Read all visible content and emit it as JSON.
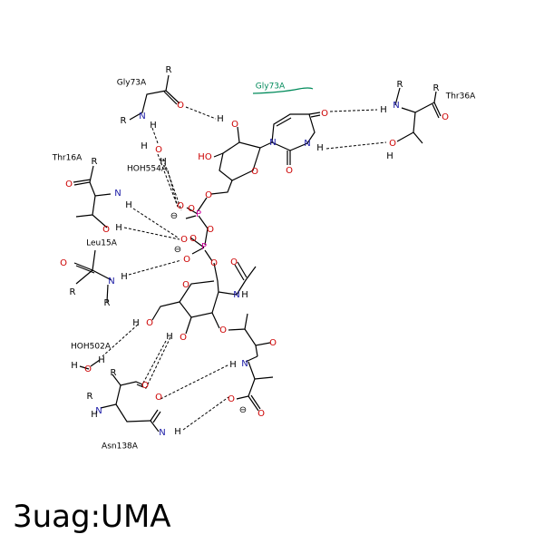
{
  "title": "3uag:UMA",
  "colors": {
    "O": "#cc0000",
    "N": "#1a1aa6",
    "P": "#cc0099",
    "C": "#000000",
    "H": "#000000",
    "hydrophobic": "#008a5a"
  },
  "residues": [
    {
      "id": "gly73a_1",
      "label": "Gly73A"
    },
    {
      "id": "gly73a_2",
      "label": "Gly73A"
    },
    {
      "id": "thr36a",
      "label": "Thr36A"
    },
    {
      "id": "thr16a",
      "label": "Thr16A"
    },
    {
      "id": "hoh554a",
      "label": "HOH554A"
    },
    {
      "id": "leu15a",
      "label": "Leu15A"
    },
    {
      "id": "hoh502a",
      "label": "HOH502A"
    },
    {
      "id": "asn138a",
      "label": "Asn138A"
    }
  ],
  "atoms": [
    {
      "l": "R",
      "e": "C"
    },
    {
      "l": "R",
      "e": "C"
    },
    {
      "l": "O",
      "e": "O"
    },
    {
      "l": "N",
      "e": "N"
    },
    {
      "l": "H",
      "e": "H"
    },
    {
      "l": "H",
      "e": "H"
    },
    {
      "l": "O",
      "e": "O"
    },
    {
      "l": "H",
      "e": "H"
    },
    {
      "l": "R",
      "e": "C"
    },
    {
      "l": "O",
      "e": "O"
    },
    {
      "l": "N",
      "e": "N"
    },
    {
      "l": "H",
      "e": "H"
    },
    {
      "l": "O",
      "e": "O"
    },
    {
      "l": "H",
      "e": "H"
    },
    {
      "l": "O",
      "e": "O"
    },
    {
      "l": "N",
      "e": "N"
    },
    {
      "l": "R",
      "e": "C"
    },
    {
      "l": "H",
      "e": "H"
    },
    {
      "l": "R",
      "e": "C"
    },
    {
      "l": "H",
      "e": "H"
    },
    {
      "l": "O",
      "e": "O"
    },
    {
      "l": "H",
      "e": "H"
    },
    {
      "l": "R",
      "e": "C"
    },
    {
      "l": "N",
      "e": "N"
    },
    {
      "l": "H",
      "e": "H"
    },
    {
      "l": "R",
      "e": "C"
    },
    {
      "l": "O",
      "e": "O"
    },
    {
      "l": "O",
      "e": "O"
    },
    {
      "l": "H",
      "e": "H"
    },
    {
      "l": "O",
      "e": "O"
    },
    {
      "l": "H",
      "e": "H"
    },
    {
      "l": "O",
      "e": "O"
    },
    {
      "l": "N",
      "e": "N"
    },
    {
      "l": "O",
      "e": "O"
    },
    {
      "l": "N",
      "e": "N"
    },
    {
      "l": "H",
      "e": "H"
    },
    {
      "l": "HO",
      "e": "O"
    },
    {
      "l": "O",
      "e": "O"
    },
    {
      "l": "O",
      "e": "O"
    },
    {
      "l": "O",
      "e": "O"
    },
    {
      "l": "O",
      "e": "O"
    },
    {
      "l": "P",
      "e": "P"
    },
    {
      "l": "O",
      "e": "O"
    },
    {
      "l": "O",
      "e": "O"
    },
    {
      "l": "O",
      "e": "O"
    },
    {
      "l": "P",
      "e": "P"
    },
    {
      "l": "O",
      "e": "O"
    },
    {
      "l": "O",
      "e": "O"
    },
    {
      "l": "O",
      "e": "O"
    },
    {
      "l": "O",
      "e": "O"
    },
    {
      "l": "N",
      "e": "N"
    },
    {
      "l": "H",
      "e": "H"
    },
    {
      "l": "O",
      "e": "O"
    },
    {
      "l": "H",
      "e": "H"
    },
    {
      "l": "O",
      "e": "O"
    },
    {
      "l": "H",
      "e": "H"
    },
    {
      "l": "O",
      "e": "O"
    },
    {
      "l": "O",
      "e": "O"
    },
    {
      "l": "H",
      "e": "H"
    },
    {
      "l": "N",
      "e": "N"
    },
    {
      "l": "O",
      "e": "O"
    },
    {
      "l": "O",
      "e": "O"
    },
    {
      "l": "O",
      "e": "O"
    },
    {
      "l": "R",
      "e": "C"
    },
    {
      "l": "O",
      "e": "O"
    },
    {
      "l": "N",
      "e": "N"
    },
    {
      "l": "R",
      "e": "C"
    },
    {
      "l": "H",
      "e": "H"
    },
    {
      "l": "N",
      "e": "N"
    },
    {
      "l": "H",
      "e": "H"
    },
    {
      "l": "O",
      "e": "O"
    }
  ],
  "charges": [
    {
      "l": "⊖"
    },
    {
      "l": "⊖"
    },
    {
      "l": "⊖"
    }
  ]
}
